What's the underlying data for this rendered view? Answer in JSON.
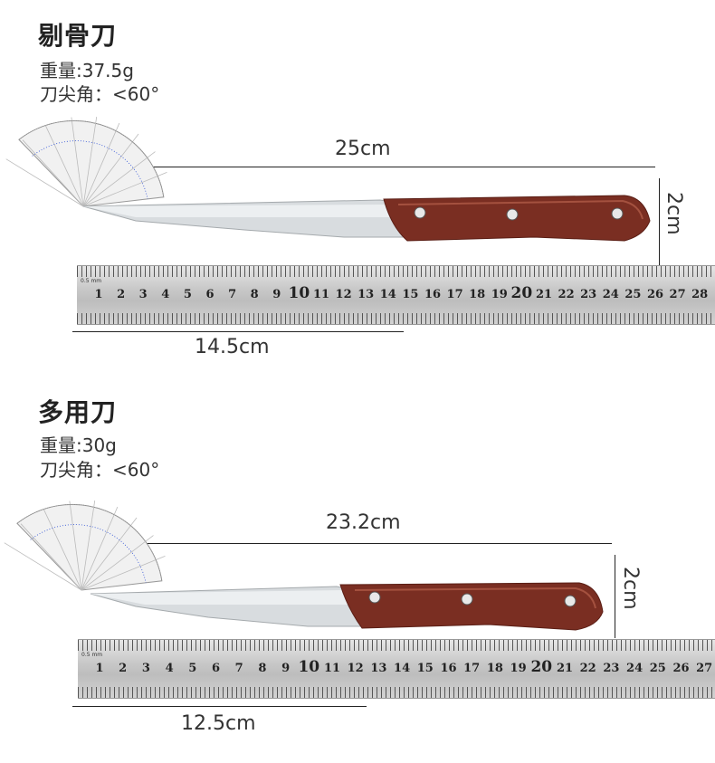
{
  "knives": [
    {
      "name": "剔骨刀",
      "weight_text": "重量:37.5g",
      "tip_angle_text": "刀尖角：<60°",
      "length_label": "25cm",
      "width_label": "2cm",
      "blade_label": "14.5cm"
    },
    {
      "name": "多用刀",
      "weight_text": "重量:30g",
      "tip_angle_text": "刀尖角：<60°",
      "length_label": "23.2cm",
      "width_label": "2cm",
      "blade_label": "12.5cm"
    }
  ],
  "ruler_numbers": [
    "1",
    "2",
    "3",
    "4",
    "5",
    "6",
    "7",
    "8",
    "9",
    "10",
    "11",
    "12",
    "13",
    "14",
    "15",
    "16",
    "17",
    "18",
    "19",
    "20",
    "21",
    "22",
    "23",
    "24",
    "25",
    "26",
    "27",
    "28"
  ],
  "ruler_numbers_2": [
    "1",
    "2",
    "3",
    "4",
    "5",
    "6",
    "7",
    "8",
    "9",
    "10",
    "11",
    "12",
    "13",
    "14",
    "15",
    "16",
    "17",
    "18",
    "19",
    "20",
    "21",
    "22",
    "23",
    "24",
    "25",
    "26",
    "27"
  ],
  "ruler_corner_text": "0.5 mm",
  "colors": {
    "handle": "#7a2e22",
    "handle_light": "#9b4535",
    "blade": "#d9dde0",
    "ruler": "#c9c9c9",
    "protractor_blue": "#2c4fd6"
  }
}
